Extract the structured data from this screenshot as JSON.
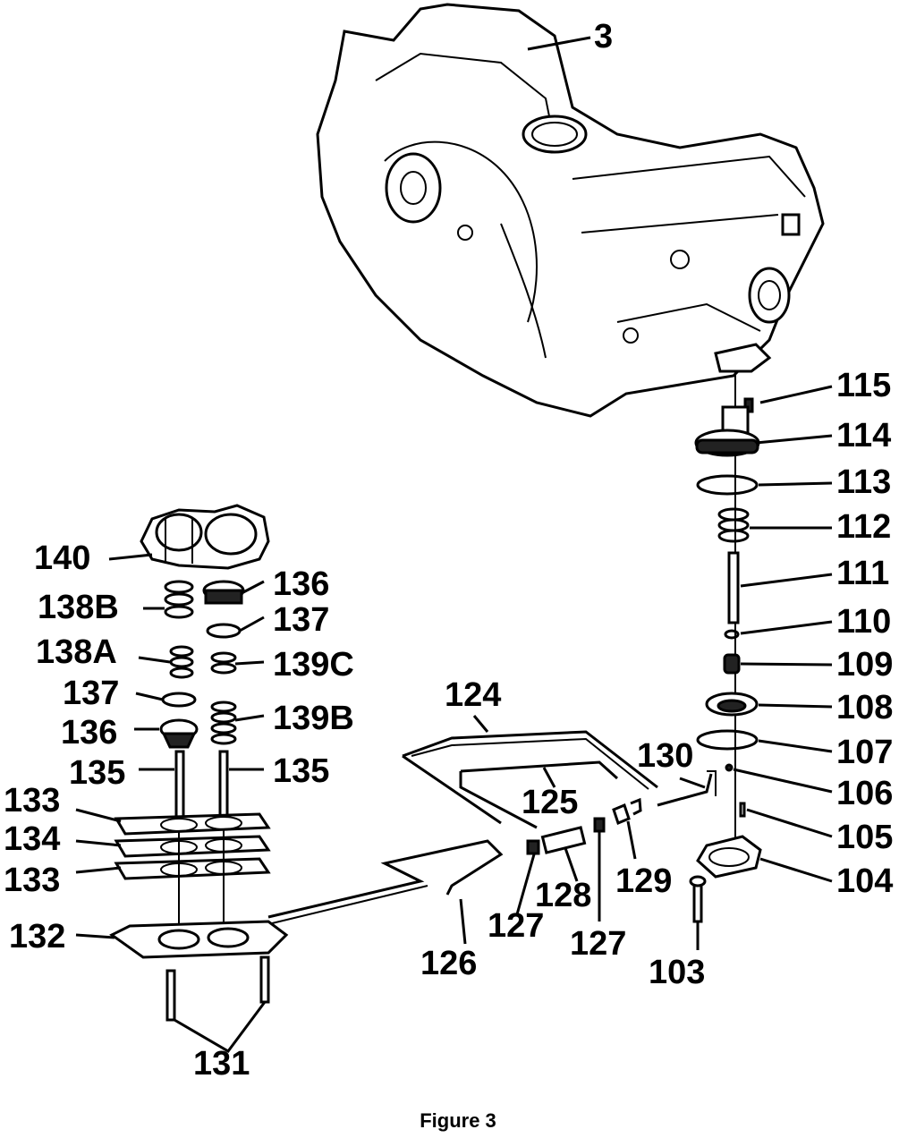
{
  "figure_caption": "Figure 3",
  "callouts": {
    "c3": "3",
    "c115": "115",
    "c114": "114",
    "c113": "113",
    "c112": "112",
    "c111": "111",
    "c110": "110",
    "c109": "109",
    "c108": "108",
    "c107": "107",
    "c106": "106",
    "c105": "105",
    "c104": "104",
    "c103": "103",
    "c130": "130",
    "c129": "129",
    "c128": "128",
    "c127a": "127",
    "c127b": "127",
    "c126": "126",
    "c125": "125",
    "c124": "124",
    "c140": "140",
    "c138B": "138B",
    "c138A": "138A",
    "c137a": "137",
    "c136a": "136",
    "c135a": "135",
    "c136b": "136",
    "c137b": "137",
    "c139C": "139C",
    "c139B": "139B",
    "c135b": "135",
    "c133a": "133",
    "c134": "134",
    "c133b": "133",
    "c132": "132",
    "c131": "131"
  }
}
